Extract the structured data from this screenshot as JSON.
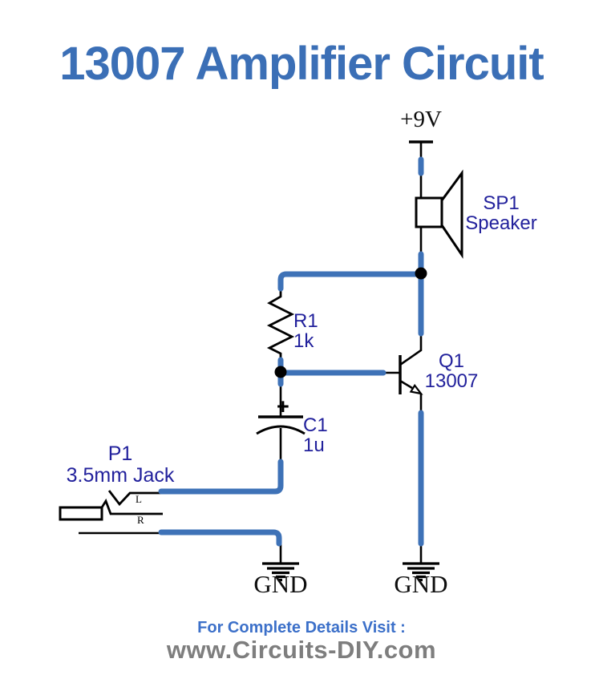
{
  "title": {
    "text": "13007 Amplifier Circuit"
  },
  "colors": {
    "title_blue": "#3b6fb6",
    "label_navy": "#22219c",
    "wire_blue": "#3e72b7",
    "footer_blue": "#3c70c9",
    "footer_gray": "#7e7e7e",
    "line_black": "#000000"
  },
  "power": {
    "label": "+9V"
  },
  "components": {
    "speaker": {
      "ref": "SP1",
      "name": "Speaker"
    },
    "resistor": {
      "ref": "R1",
      "value": "1k"
    },
    "transistor": {
      "ref": "Q1",
      "value": "13007"
    },
    "capacitor": {
      "ref": "C1",
      "value": "1u",
      "polarity": "+"
    },
    "jack": {
      "ref": "P1",
      "name": "3.5mm Jack",
      "left_channel": "L",
      "right_channel": "R"
    }
  },
  "grounds": {
    "left": "GND",
    "right": "GND"
  },
  "footer": {
    "line1": "For Complete Details Visit :",
    "line2": "www.Circuits-DIY.com"
  }
}
